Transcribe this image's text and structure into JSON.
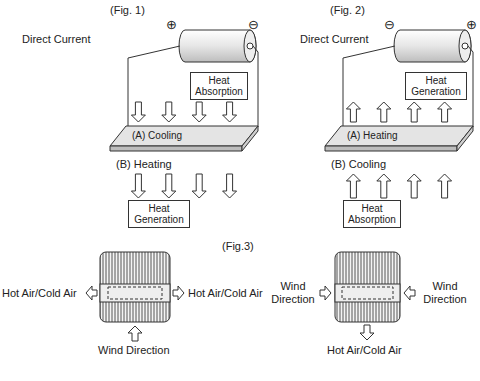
{
  "diagram": {
    "nodes": [
      {
        "text": [
          "Heat Absorption"
        ]
      },
      {
        "text": [
          "(A) Cooling",
          "(B) Heating"
        ]
      },
      {
        "text": [
          "Heat Generation"
        ]
      },
      {
        "text": [
          "Heat Generation"
        ]
      },
      {
        "text": [
          "(A) Heating",
          "(B) Cooling"
        ]
      },
      {
        "text": [
          "Heat Absorption"
        ]
      }
    ],
    "edges": [
      {
        "from": 0,
        "to": 1,
        "arrow": "to"
      },
      {
        "from": 1,
        "to": 2,
        "arrow": "to"
      },
      {
        "from": 4,
        "to": 3,
        "arrow": "to"
      },
      {
        "from": 5,
        "to": 4,
        "arrow": "to"
      }
    ],
    "labels": [
      "(Fig. 1)",
      "(Fig. 2)",
      "Direct Current",
      "⊕",
      "⊖",
      "Direct Current",
      "⊖",
      "⊕",
      "(Fig.3)",
      "Hot Air/Cold Air",
      "Hot Air/Cold Air",
      "Wind Direction",
      "Wind Direction",
      "Wind Direction",
      "Hot Air/Cold Air"
    ]
  }
}
